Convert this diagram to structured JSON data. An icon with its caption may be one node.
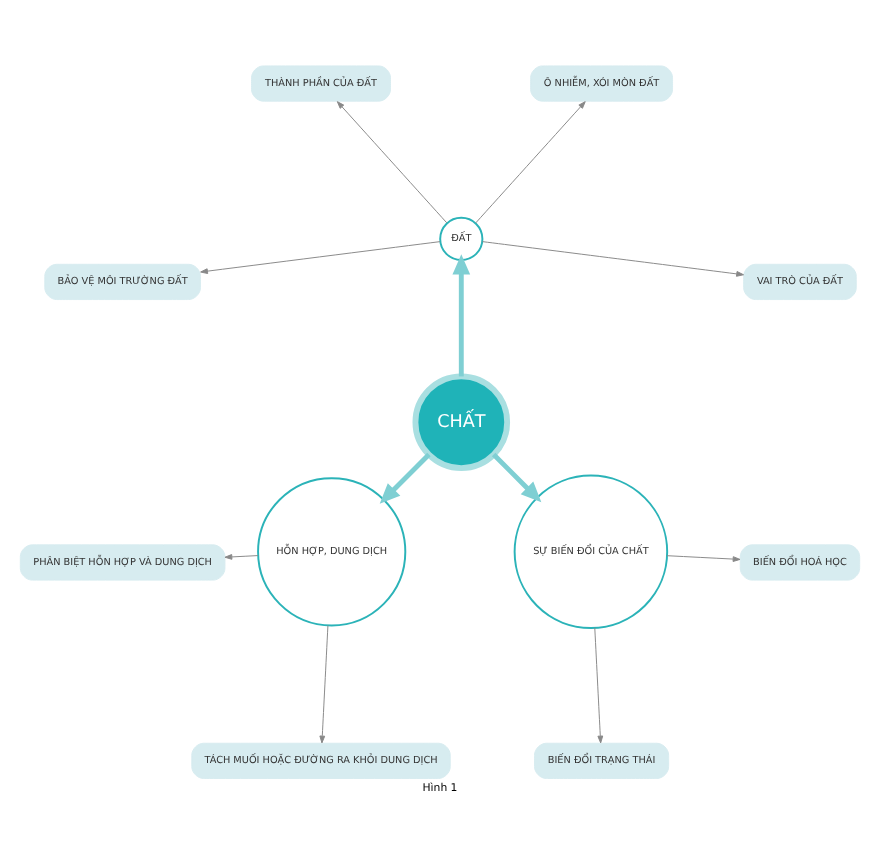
{
  "diagram": {
    "caption": "Hình 1",
    "nodes": [
      {
        "text": [
          "CHẤT"
        ]
      },
      {
        "text": [
          "ĐẤT"
        ]
      },
      {
        "text": [
          "HỖN HỢP, DUNG DỊCH"
        ]
      },
      {
        "text": [
          "SỰ BIẾN ĐỔI CỦA CHẤT"
        ]
      },
      {
        "text": [
          "VAI TRÒ CỦA ĐẤT"
        ]
      },
      {
        "text": [
          "Ô NHIỄM, XÓI MÒN ĐẤT"
        ]
      },
      {
        "text": [
          "THÀNH PHẦN CỦA ĐẤT"
        ]
      },
      {
        "text": [
          "BẢO VỆ MÔI TRƯỜNG ĐẤT"
        ]
      },
      {
        "text": [
          "PHÂN BIỆT HỖN HỢP VÀ DUNG DỊCH"
        ]
      },
      {
        "text": [
          "BIẾN ĐỔI TRẠNG THÁI"
        ]
      },
      {
        "text": [
          "TÁCH MUỐI HOẶC ĐƯỜNG RA KHỎI DUNG DỊCH"
        ]
      },
      {
        "text": [
          "BIẾN ĐỔI HOÁ HỌC"
        ]
      }
    ],
    "edges": [
      {
        "from": 0,
        "to": 1,
        "arrow": "to",
        "color": "#7fcfd3",
        "style": "thick"
      },
      {
        "from": 0,
        "to": 2,
        "arrow": "to",
        "color": "#7fcfd3",
        "style": "thick"
      },
      {
        "from": 0,
        "to": 3,
        "arrow": "to",
        "color": "#7fcfd3",
        "style": "thick"
      },
      {
        "from": 1,
        "to": 4,
        "arrow": "to"
      },
      {
        "from": 1,
        "to": 5,
        "arrow": "to"
      },
      {
        "from": 1,
        "to": 6,
        "arrow": "to"
      },
      {
        "from": 1,
        "to": 7,
        "arrow": "to"
      },
      {
        "from": 2,
        "to": 8,
        "arrow": "to"
      },
      {
        "from": 2,
        "to": 10,
        "arrow": "to"
      },
      {
        "from": 3,
        "to": 9,
        "arrow": "to"
      },
      {
        "from": 3,
        "to": 11,
        "arrow": "to"
      }
    ]
  }
}
